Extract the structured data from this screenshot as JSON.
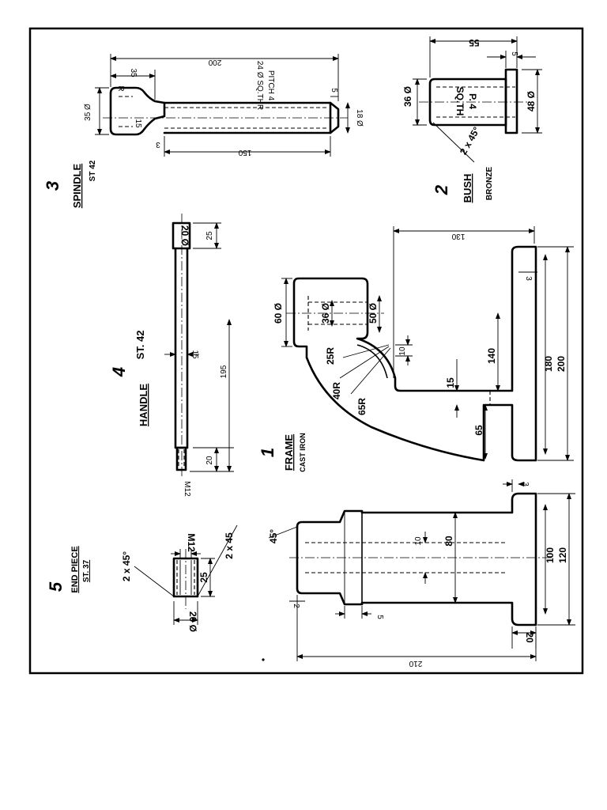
{
  "parts": {
    "frame": {
      "number": "1",
      "name": "FRAME",
      "material": "CAST IRON"
    },
    "bush": {
      "number": "2",
      "name": "BUSH",
      "material": "BRONZE"
    },
    "spindle": {
      "number": "3",
      "name": "SPINDLE",
      "material": "ST 42"
    },
    "handle": {
      "number": "4",
      "name": "HANDLE",
      "material": "ST. 42"
    },
    "endpiece": {
      "number": "5",
      "name": "END PIECE",
      "material": "ST. 37"
    }
  },
  "dimensions": {
    "spindle": {
      "overall": "200",
      "body": "150",
      "head_len": "35",
      "dia_head": "35 Ø",
      "dia_shank": "18 Ø",
      "r_head": "R",
      "d_neck": "15",
      "n_step": "3",
      "n_tip": "5",
      "thread": "24 Ø SQ.THR",
      "pitch": "PITCH 4"
    },
    "bush": {
      "length": "55",
      "flange": "5",
      "dia_in": "36 Ø",
      "dia_out": "48 Ø",
      "thread": "SQ.TH",
      "pitch": "P. 4",
      "chamfer": "2 x 45°"
    },
    "handle": {
      "length": "195",
      "end_len": "25",
      "end_dia": "20 Ø",
      "dia": "15",
      "thread_len": "20",
      "thread": "M12"
    },
    "frame_side": {
      "height": "130",
      "boss_dia": "60 Ø",
      "bore_top": "36 Ø",
      "bore_bot": "50 Ø",
      "r25": "25R",
      "r40": "40R",
      "r65": "65R",
      "gap": "10",
      "web_h": "140",
      "web": "15",
      "base_h": "65",
      "base_w1": "180",
      "base_w2": "200",
      "step": "3"
    },
    "frame_front": {
      "chamfer": "45°",
      "bore": "10",
      "width": "80",
      "base1": "100",
      "base2": "120",
      "base_t": "20",
      "overall": "210",
      "n_top": "2",
      "n_side": "5",
      "n_right": "3"
    },
    "endpiece": {
      "thread": "M12",
      "chamfer_left": "2 x 45°",
      "chamfer_right": "2 x 45",
      "length": "25",
      "dia": "20 Ø"
    }
  }
}
